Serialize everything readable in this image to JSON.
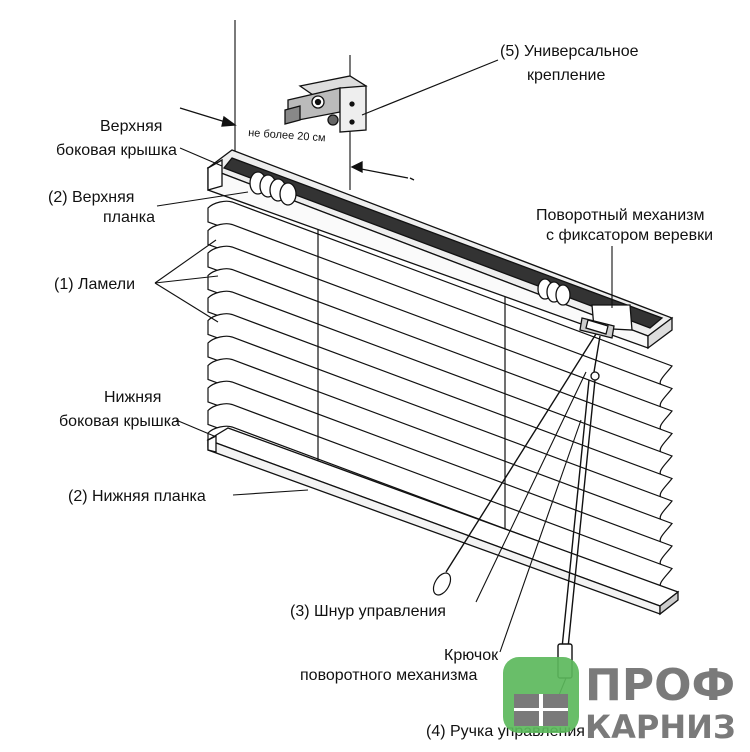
{
  "labels": {
    "universal_mount_line1": "(5) Универсальное",
    "universal_mount_line2": "крепление",
    "top_cap_line1": "Верхняя",
    "top_cap_line2": "боковая крышка",
    "top_rail_line1": "(2) Верхняя",
    "top_rail_line2": "планка",
    "max_distance": "не более 20 см",
    "tilt_mechanism_line1": "Поворотный механизм",
    "tilt_mechanism_line2": "с фиксатором веревки",
    "slats": "(1) Ламели",
    "bottom_cap_line1": "Нижняя",
    "bottom_cap_line2": "боковая крышка",
    "bottom_rail": "(2) Нижняя планка",
    "control_cord": "(3) Шнур управления",
    "hook_line1": "Крючок",
    "hook_line2": "поворотного механизма",
    "control_wand": "(4) Ручка управления"
  },
  "logo": {
    "word1": "ПРОФ",
    "word2": "КАРНИЗ",
    "green": "#5cb85c",
    "gray": "#7a7a7a"
  }
}
